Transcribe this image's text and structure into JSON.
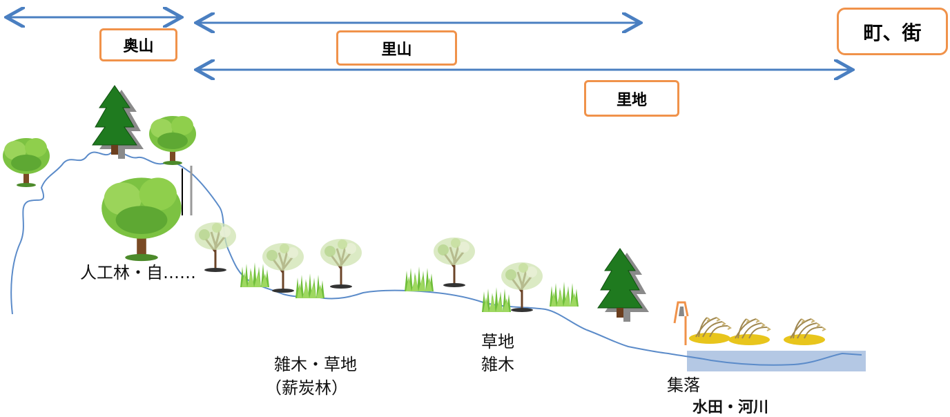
{
  "zones": {
    "okuyama": "奥山",
    "satoyama": "里山",
    "satochi": "里地",
    "town": "町、街"
  },
  "labels": {
    "forest": "人工林・自……",
    "coppice_line1": "雑木・草地",
    "coppice_line2": "（薪炭林）",
    "grass_line1": "草地",
    "grass_line2": "雑木",
    "village": "集落",
    "paddy": "水田・河川"
  },
  "colors": {
    "arrow": "#4a7fc1",
    "terrain": "#5b8bc9",
    "box_border": "#f0924a",
    "water": "#b4c8e4",
    "conifer": "#1f7a1f",
    "broadleaf": "#7cc242"
  }
}
